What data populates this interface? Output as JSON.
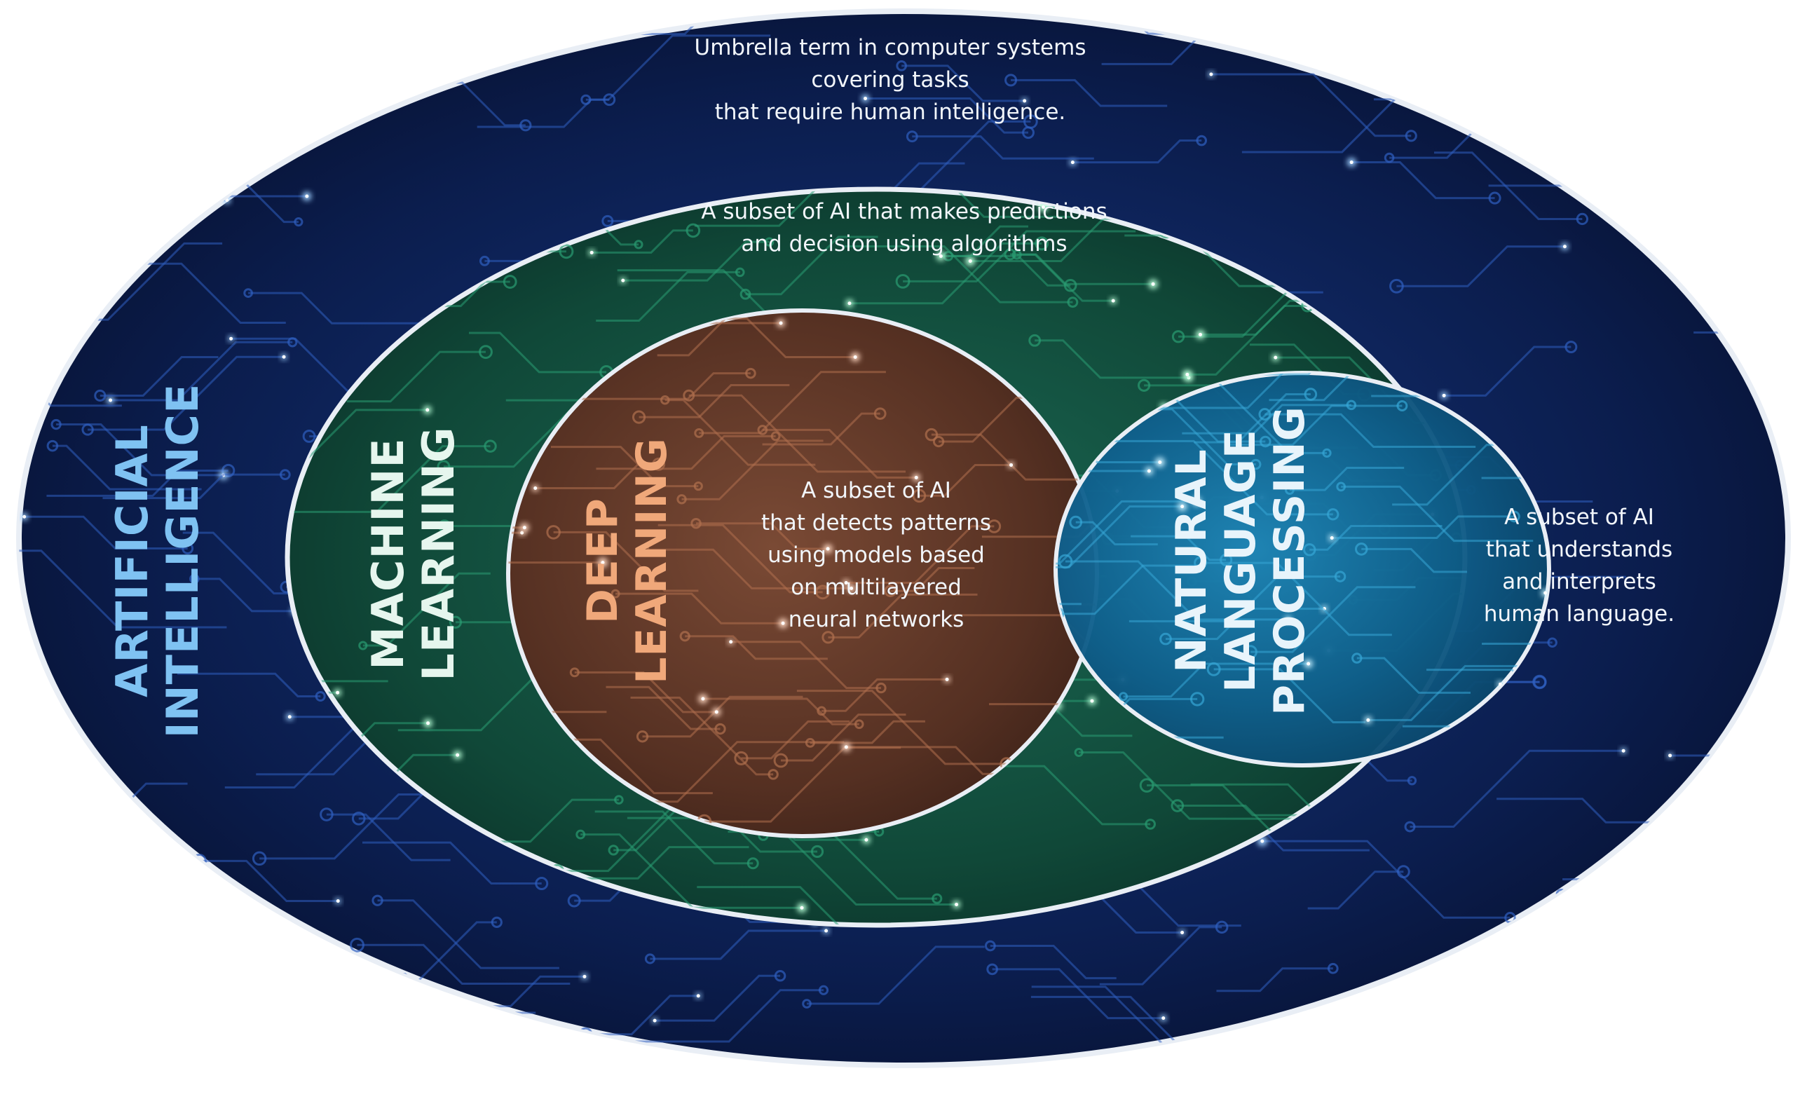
{
  "colors": {
    "ai_fill": "#0a1a44",
    "ml_fill": "#0f4a3a",
    "dl_fill": "#5a3324",
    "nlp_fill": "#0d5a85",
    "ai_title": "#7fc2f2",
    "ml_title": "#e6f6ee",
    "dl_title": "#f0a87a",
    "nlp_title": "#e8f4fb",
    "outline": "#e9eef5"
  },
  "ai": {
    "title_lines": [
      "ARTIFICIAL",
      "INTELLIGENCE"
    ],
    "desc_lines": [
      "Umbrella term in computer systems",
      "covering tasks",
      "that require human intelligence."
    ]
  },
  "ml": {
    "title_lines": [
      "MACHINE",
      "LEARNING"
    ],
    "desc_lines": [
      "A subset of AI that makes predictions",
      "and decision using algorithms"
    ]
  },
  "dl": {
    "title_lines": [
      "DEEP",
      "LEARNING"
    ],
    "desc_lines": [
      "A subset of AI",
      "that detects patterns",
      "using models based",
      "on multilayered",
      "neural networks"
    ]
  },
  "nlp": {
    "title_lines": [
      "NATURAL",
      "LANGUAGE",
      "PROCESSING"
    ],
    "desc_lines": [
      "A subset of AI",
      "that understands",
      "and interprets",
      "human language."
    ]
  }
}
